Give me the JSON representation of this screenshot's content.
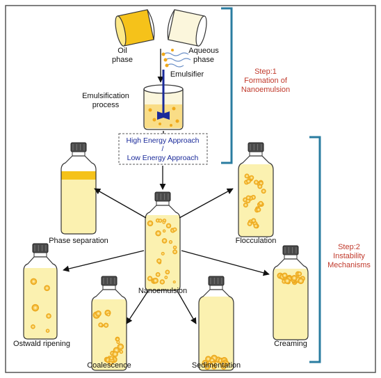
{
  "steps": {
    "step1": {
      "line1": "Step:1",
      "line2": "Formation of",
      "line3": "Nanoemulsion"
    },
    "step2": {
      "line1": "Step:2",
      "line2": "Instability",
      "line3": "Mechanisms"
    }
  },
  "inputs": {
    "oil": {
      "line1": "Oil",
      "line2": "phase"
    },
    "aqueous": {
      "line1": "Aqueous",
      "line2": "phase"
    },
    "emulsifier": "Emulsifier",
    "process": {
      "line1": "Emulsification",
      "line2": "process"
    }
  },
  "approach": {
    "line1": "High Energy Approach",
    "line2": "/",
    "line3": "Low Energy Approach"
  },
  "center": "Nanoemulsion",
  "mechanisms": {
    "phase_separation": "Phase separation",
    "flocculation": "Flocculation",
    "ostwald": "Ostwald ripening",
    "coalescence": "Coalescence",
    "sedimentation": "Sedimentation",
    "creaming": "Creaming"
  },
  "colors": {
    "border": "#555555",
    "bracket": "#2a7ca0",
    "step_text": "#c0392b",
    "approach_text": "#1a2a9a",
    "liquid": "#fbf1b0",
    "oil": "#f5c21a",
    "droplet": "#f0a818",
    "cap": "#4a4a4a"
  }
}
